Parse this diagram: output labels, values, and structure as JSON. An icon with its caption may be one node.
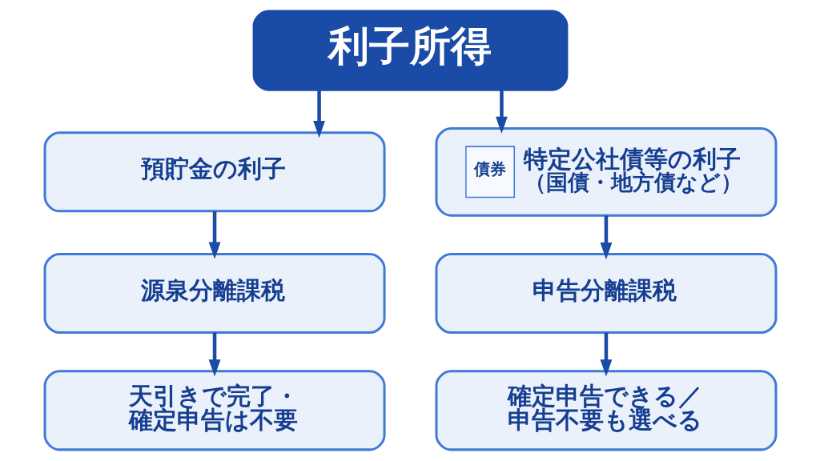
{
  "diagram": {
    "nodes": [
      {
        "text": [
          "利子所得"
        ]
      },
      {
        "text": [
          "預貯金の利子"
        ]
      },
      {
        "text": [
          "債券",
          "特定公社債等の利子",
          "（国債・地方債など）"
        ]
      },
      {
        "text": [
          "源泉分離課税"
        ]
      },
      {
        "text": [
          "申告分離課税"
        ]
      },
      {
        "text": [
          "天引きで完了・確定申告は不要"
        ]
      },
      {
        "text": [
          "確定申告できる／申告不要も選べる"
        ]
      }
    ],
    "edges": [
      {
        "from": 0,
        "to": 1,
        "arrow": "to"
      },
      {
        "from": 0,
        "to": 2,
        "arrow": "to"
      },
      {
        "from": 1,
        "to": 3,
        "arrow": "to"
      },
      {
        "from": 2,
        "to": 4,
        "arrow": "to"
      },
      {
        "from": 3,
        "to": 5,
        "arrow": "to"
      },
      {
        "from": 4,
        "to": 6,
        "arrow": "to"
      }
    ]
  }
}
